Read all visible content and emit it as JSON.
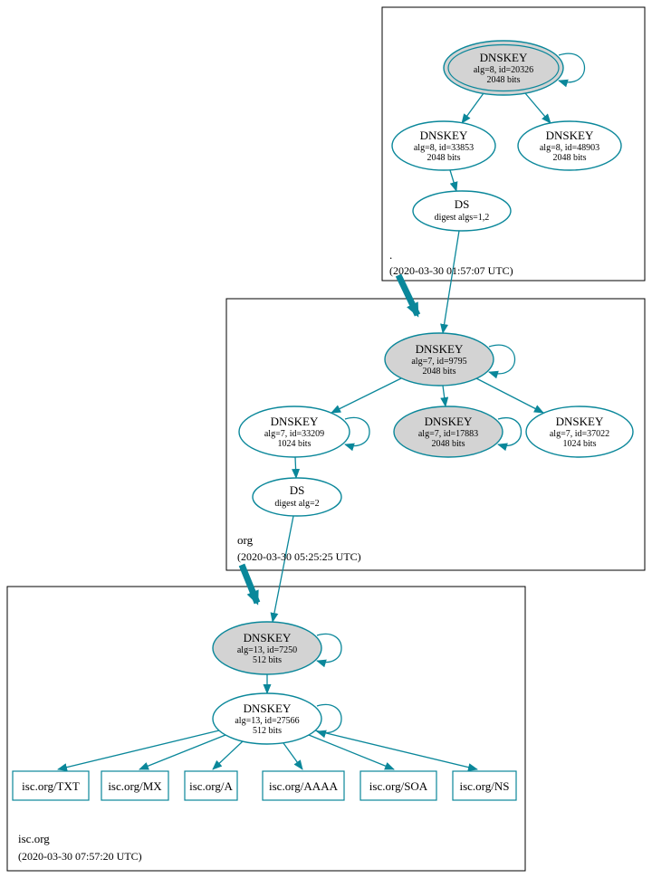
{
  "colors": {
    "accent": "#0a879a",
    "sep_key_fill": "#d3d3d3",
    "box_border": "#000000"
  },
  "zones": {
    "root": {
      "name": ".",
      "timestamp": "(2020-03-30 01:57:07 UTC)"
    },
    "org": {
      "name": "org",
      "timestamp": "(2020-03-30 05:25:25 UTC)"
    },
    "isc": {
      "name": "isc.org",
      "timestamp": "(2020-03-30 07:57:20 UTC)"
    }
  },
  "nodes": {
    "root_ksk": {
      "type": "DNSKEY",
      "detail": "alg=8, id=20326",
      "bits": "2048 bits"
    },
    "root_zsk_a": {
      "type": "DNSKEY",
      "detail": "alg=8, id=33853",
      "bits": "2048 bits"
    },
    "root_zsk_b": {
      "type": "DNSKEY",
      "detail": "alg=8, id=48903",
      "bits": "2048 bits"
    },
    "root_ds": {
      "type": "DS",
      "detail": "digest algs=1,2"
    },
    "org_ksk": {
      "type": "DNSKEY",
      "detail": "alg=7, id=9795",
      "bits": "2048 bits"
    },
    "org_key_a": {
      "type": "DNSKEY",
      "detail": "alg=7, id=33209",
      "bits": "1024 bits"
    },
    "org_key_b": {
      "type": "DNSKEY",
      "detail": "alg=7, id=17883",
      "bits": "2048 bits"
    },
    "org_key_c": {
      "type": "DNSKEY",
      "detail": "alg=7, id=37022",
      "bits": "1024 bits"
    },
    "org_ds": {
      "type": "DS",
      "detail": "digest alg=2"
    },
    "isc_ksk": {
      "type": "DNSKEY",
      "detail": "alg=13, id=7250",
      "bits": "512 bits"
    },
    "isc_zsk": {
      "type": "DNSKEY",
      "detail": "alg=13, id=27566",
      "bits": "512 bits"
    },
    "rr_txt": {
      "label": "isc.org/TXT"
    },
    "rr_mx": {
      "label": "isc.org/MX"
    },
    "rr_a": {
      "label": "isc.org/A"
    },
    "rr_aaaa": {
      "label": "isc.org/AAAA"
    },
    "rr_soa": {
      "label": "isc.org/SOA"
    },
    "rr_ns": {
      "label": "isc.org/NS"
    }
  }
}
